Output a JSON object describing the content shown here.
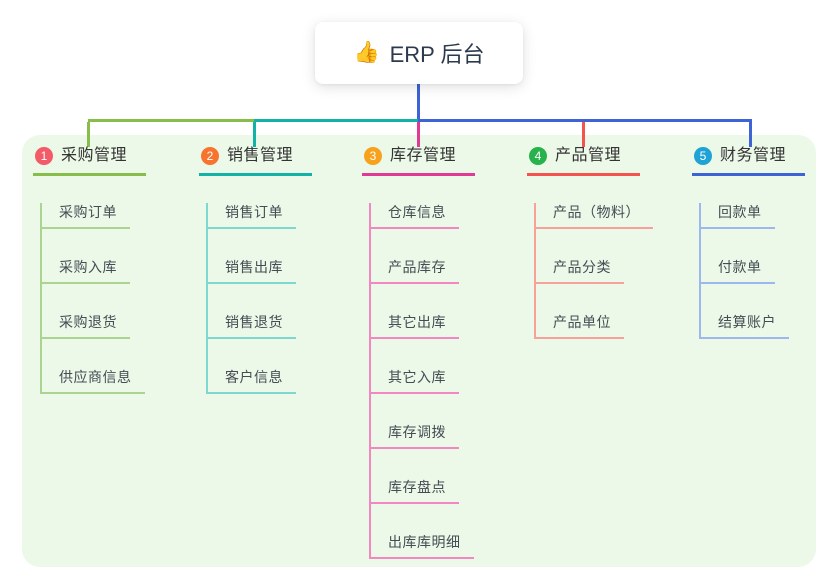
{
  "root": {
    "title": "ERP 后台",
    "icon": "👍",
    "icon_name": "thumbs-up-icon",
    "connector_color": "#3d63d6"
  },
  "panel": {
    "background": "#ecf8e8"
  },
  "branches": [
    {
      "badge": "1",
      "label": "采购管理",
      "badge_color": "#f35b68",
      "line_color": "#87bd4b",
      "child_line_color": "#aad48f",
      "children": [
        "采购订单",
        "采购入库",
        "采购退货",
        "供应商信息"
      ]
    },
    {
      "badge": "2",
      "label": "销售管理",
      "badge_color": "#f7742f",
      "line_color": "#13b2a6",
      "child_line_color": "#7fd8cf",
      "children": [
        "销售订单",
        "销售出库",
        "销售退货",
        "客户信息"
      ]
    },
    {
      "badge": "3",
      "label": "库存管理",
      "badge_color": "#f6a21d",
      "line_color": "#e13a94",
      "child_line_color": "#f287c1",
      "children": [
        "仓库信息",
        "产品库存",
        "其它出库",
        "其它入库",
        "库存调拨",
        "库存盘点",
        "出库库明细"
      ]
    },
    {
      "badge": "4",
      "label": "产品管理",
      "badge_color": "#28b24b",
      "line_color": "#f4534e",
      "child_line_color": "#f8a19b",
      "children": [
        "产品（物料）",
        "产品分类",
        "产品单位"
      ]
    },
    {
      "badge": "5",
      "label": "财务管理",
      "badge_color": "#1fa2d6",
      "line_color": "#3d63d6",
      "child_line_color": "#9db8ef",
      "children": [
        "回款单",
        "付款单",
        "结算账户"
      ]
    }
  ]
}
